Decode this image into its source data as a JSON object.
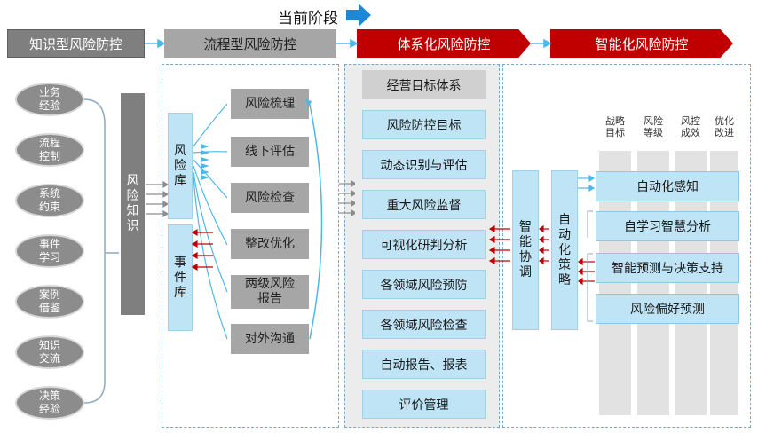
{
  "current_stage_label": "当前阶段",
  "stages": [
    "知识型风险防控",
    "流程型风险防控",
    "体系化风险防控",
    "智能化风险防控"
  ],
  "knowledge_sources": [
    "业务\n经验",
    "流程\n控制",
    "系统\n约束",
    "事件\n学习",
    "案例\n借鉴",
    "知识\n交流",
    "决策\n经验"
  ],
  "risk_knowledge": "风险知识",
  "process": {
    "risk_library": "风险库",
    "event_library": "事件库",
    "steps": [
      "风险梳理",
      "线下评估",
      "风险检查",
      "整改优化",
      "两级风险\n报告",
      "对外沟通"
    ]
  },
  "system": {
    "header": "经营目标体系",
    "items": [
      "风险防控目标",
      "动态识别与评估",
      "重大风险监督",
      "可视化研判分析",
      "各领域风险预防",
      "各领域风险检查",
      "自动报告、报表",
      "评价管理"
    ]
  },
  "smart": {
    "coordination": "智能协调",
    "auto_strategy": "自动化策略",
    "columns": [
      "战略\n目标",
      "风险\n等级",
      "风控\n成效",
      "优化\n改进"
    ],
    "items": [
      "自动化感知",
      "自学习智慧分析",
      "智能预测与决策支持",
      "风险偏好预测"
    ]
  },
  "colors": {
    "gray_stage": "#7f7f7f",
    "light_gray_stage": "#a6a6a6",
    "red_stage": "#c00000",
    "blue_box": "#bfe4f5",
    "arrow_blue": "#4db8e8",
    "arrow_red": "#c00000"
  }
}
